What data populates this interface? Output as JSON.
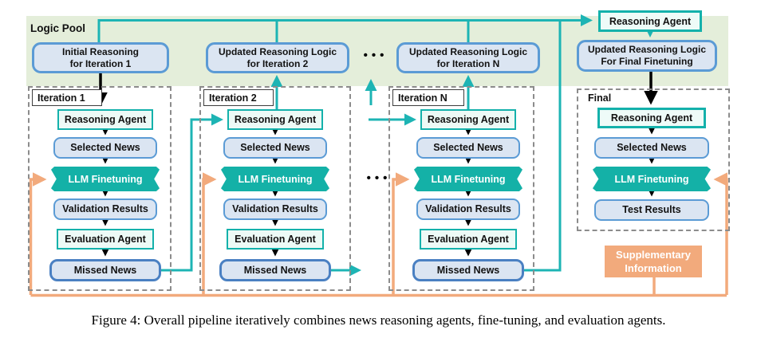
{
  "logic_pool": {
    "title": "Logic Pool",
    "initial_box": "Initial Reasoning\nfor Iteration 1",
    "updated_iter2_box": "Updated Reasoning Logic\nfor Iteration 2",
    "dots": "•••",
    "updated_iterN_box": "Updated Reasoning Logic\nfor Iteration N",
    "reasoning_agent_box": "Reasoning Agent",
    "updated_final_box": "Updated Reasoning Logic\nFor Final Finetuning"
  },
  "between_iterations_dots": "•••",
  "columns": [
    {
      "title": "Iteration 1",
      "nodes": {
        "reasoning_agent": "Reasoning Agent",
        "selected_news": "Selected News",
        "llm_finetuning": "LLM Finetuning",
        "validation_results": "Validation Results",
        "evaluation_agent": "Evaluation Agent",
        "missed_news": "Missed News"
      }
    },
    {
      "title": "Iteration 2",
      "nodes": {
        "reasoning_agent": "Reasoning Agent",
        "selected_news": "Selected News",
        "llm_finetuning": "LLM Finetuning",
        "validation_results": "Validation Results",
        "evaluation_agent": "Evaluation Agent",
        "missed_news": "Missed News"
      }
    },
    {
      "title": "Iteration N",
      "nodes": {
        "reasoning_agent": "Reasoning Agent",
        "selected_news": "Selected News",
        "llm_finetuning": "LLM Finetuning",
        "validation_results": "Validation Results",
        "evaluation_agent": "Evaluation Agent",
        "missed_news": "Missed News"
      }
    },
    {
      "title": "Final",
      "nodes": {
        "reasoning_agent": "Reasoning Agent",
        "selected_news": "Selected News",
        "llm_finetuning": "LLM Finetuning",
        "test_results": "Test Results"
      }
    }
  ],
  "supplementary_box": "Supplementary\nInformation",
  "caption": "Figure 4: Overall pipeline iteratively combines news reasoning agents, fine-tuning, and evaluation agents.",
  "colors": {
    "teal": "#14b1ab",
    "teal_line": "#1db4b4",
    "blue_border": "#5b9bd5",
    "blue_fill": "#dbe5f2",
    "orange": "#f2aa7c",
    "pool_green": "#e4eeda"
  }
}
